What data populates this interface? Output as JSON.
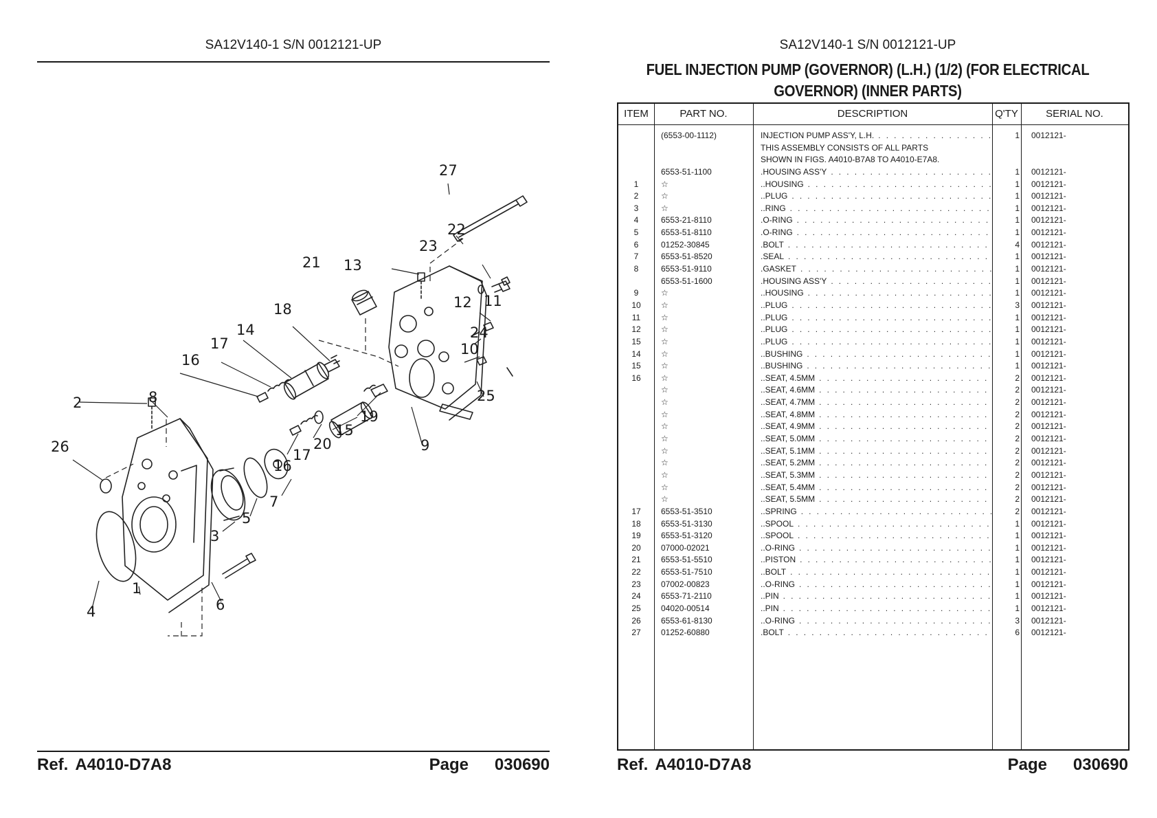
{
  "left": {
    "header": "SA12V140-1 S/N 0012121-UP",
    "callouts": [
      "27",
      "22",
      "23",
      "21",
      "13",
      "12",
      "11",
      "18",
      "24",
      "14",
      "17",
      "16",
      "10",
      "2",
      "8",
      "25",
      "26",
      "19",
      "15",
      "20",
      "9",
      "17",
      "16",
      "7",
      "5",
      "3",
      "1",
      "6",
      "4"
    ],
    "footer": {
      "ref_label": "Ref.",
      "ref_value": "A4010-D7A8",
      "page_label": "Page",
      "page_value": "030690"
    }
  },
  "right": {
    "header": "SA12V140-1 S/N 0012121-UP",
    "title_line1": "FUEL INJECTION PUMP (GOVERNOR) (L.H.) (1/2) (FOR ELECTRICAL",
    "title_line2": "GOVERNOR) (INNER PARTS)",
    "columns": {
      "item": "ITEM",
      "part": "PART NO.",
      "desc": "DESCRIPTION",
      "qty": "Q'TY",
      "serial": "SERIAL NO."
    },
    "rows": [
      {
        "item": "",
        "part": "(6553-00-1112)",
        "desc": "INJECTION PUMP ASS'Y, L.H.",
        "dots": true,
        "qty": "1",
        "serial": "0012121-"
      },
      {
        "item": "",
        "part": "",
        "desc": "THIS ASSEMBLY CONSISTS OF ALL PARTS",
        "dots": false,
        "qty": "",
        "serial": ""
      },
      {
        "item": "",
        "part": "",
        "desc": "SHOWN IN FIGS. A4010-B7A8 TO A4010-E7A8.",
        "dots": false,
        "qty": "",
        "serial": ""
      },
      {
        "item": "",
        "part": "6553-51-1100",
        "desc": ".HOUSING ASS'Y",
        "dots": true,
        "qty": "1",
        "serial": "0012121-"
      },
      {
        "item": "1",
        "part": "☆",
        "desc": "..HOUSING",
        "dots": true,
        "qty": "1",
        "serial": "0012121-"
      },
      {
        "item": "2",
        "part": "☆",
        "desc": "..PLUG",
        "dots": true,
        "qty": "1",
        "serial": "0012121-"
      },
      {
        "item": "3",
        "part": "☆",
        "desc": "..RING",
        "dots": true,
        "qty": "1",
        "serial": "0012121-"
      },
      {
        "item": "4",
        "part": "6553-21-8110",
        "desc": ".O-RING",
        "dots": true,
        "qty": "1",
        "serial": "0012121-"
      },
      {
        "item": "5",
        "part": "6553-51-8110",
        "desc": ".O-RING",
        "dots": true,
        "qty": "1",
        "serial": "0012121-"
      },
      {
        "item": "6",
        "part": "01252-30845",
        "desc": ".BOLT",
        "dots": true,
        "qty": "4",
        "serial": "0012121-"
      },
      {
        "item": "7",
        "part": "6553-51-8520",
        "desc": ".SEAL",
        "dots": true,
        "qty": "1",
        "serial": "0012121-"
      },
      {
        "item": "8",
        "part": "6553-51-9110",
        "desc": ".GASKET",
        "dots": true,
        "qty": "1",
        "serial": "0012121-"
      },
      {
        "item": "",
        "part": "6553-51-1600",
        "desc": ".HOUSING ASS'Y",
        "dots": true,
        "qty": "1",
        "serial": "0012121-"
      },
      {
        "item": "9",
        "part": "☆",
        "desc": "..HOUSING",
        "dots": true,
        "qty": "1",
        "serial": "0012121-"
      },
      {
        "item": "10",
        "part": "☆",
        "desc": "..PLUG",
        "dots": true,
        "qty": "3",
        "serial": "0012121-"
      },
      {
        "item": "11",
        "part": "☆",
        "desc": "..PLUG",
        "dots": true,
        "qty": "1",
        "serial": "0012121-"
      },
      {
        "item": "12",
        "part": "☆",
        "desc": "..PLUG",
        "dots": true,
        "qty": "1",
        "serial": "0012121-"
      },
      {
        "item": "15",
        "part": "☆",
        "desc": "..PLUG",
        "dots": true,
        "qty": "1",
        "serial": "0012121-"
      },
      {
        "item": "14",
        "part": "☆",
        "desc": "..BUSHING",
        "dots": true,
        "qty": "1",
        "serial": "0012121-"
      },
      {
        "item": "15",
        "part": "☆",
        "desc": "..BUSHING",
        "dots": true,
        "qty": "1",
        "serial": "0012121-"
      },
      {
        "item": "16",
        "part": "☆",
        "desc": "..SEAT, 4.5MM",
        "dots": true,
        "qty": "2",
        "serial": "0012121-"
      },
      {
        "item": "",
        "part": "☆",
        "desc": "..SEAT, 4.6MM",
        "dots": true,
        "qty": "2",
        "serial": "0012121-"
      },
      {
        "item": "",
        "part": "☆",
        "desc": "..SEAT, 4.7MM",
        "dots": true,
        "qty": "2",
        "serial": "0012121-"
      },
      {
        "item": "",
        "part": "☆",
        "desc": "..SEAT, 4.8MM",
        "dots": true,
        "qty": "2",
        "serial": "0012121-"
      },
      {
        "item": "",
        "part": "☆",
        "desc": "..SEAT, 4.9MM",
        "dots": true,
        "qty": "2",
        "serial": "0012121-"
      },
      {
        "item": "",
        "part": "☆",
        "desc": "..SEAT, 5.0MM",
        "dots": true,
        "qty": "2",
        "serial": "0012121-"
      },
      {
        "item": "",
        "part": "☆",
        "desc": "..SEAT, 5.1MM",
        "dots": true,
        "qty": "2",
        "serial": "0012121-"
      },
      {
        "item": "",
        "part": "☆",
        "desc": "..SEAT, 5.2MM",
        "dots": true,
        "qty": "2",
        "serial": "0012121-"
      },
      {
        "item": "",
        "part": "☆",
        "desc": "..SEAT, 5.3MM",
        "dots": true,
        "qty": "2",
        "serial": "0012121-"
      },
      {
        "item": "",
        "part": "☆",
        "desc": "..SEAT, 5.4MM",
        "dots": true,
        "qty": "2",
        "serial": "0012121-"
      },
      {
        "item": "",
        "part": "☆",
        "desc": "..SEAT, 5.5MM",
        "dots": true,
        "qty": "2",
        "serial": "0012121-"
      },
      {
        "item": "17",
        "part": "6553-51-3510",
        "desc": "..SPRING",
        "dots": true,
        "qty": "2",
        "serial": "0012121-"
      },
      {
        "item": "18",
        "part": "6553-51-3130",
        "desc": "..SPOOL",
        "dots": true,
        "qty": "1",
        "serial": "0012121-"
      },
      {
        "item": "19",
        "part": "6553-51-3120",
        "desc": "..SPOOL",
        "dots": true,
        "qty": "1",
        "serial": "0012121-"
      },
      {
        "item": "20",
        "part": "07000-02021",
        "desc": "..O-RING",
        "dots": true,
        "qty": "1",
        "serial": "0012121-"
      },
      {
        "item": "21",
        "part": "6553-51-5510",
        "desc": "..PISTON",
        "dots": true,
        "qty": "1",
        "serial": "0012121-"
      },
      {
        "item": "22",
        "part": "6553-51-7510",
        "desc": "..BOLT",
        "dots": true,
        "qty": "1",
        "serial": "0012121-"
      },
      {
        "item": "23",
        "part": "07002-00823",
        "desc": "..O-RING",
        "dots": true,
        "qty": "1",
        "serial": "0012121-"
      },
      {
        "item": "24",
        "part": "6553-71-2110",
        "desc": "..PIN",
        "dots": true,
        "qty": "1",
        "serial": "0012121-"
      },
      {
        "item": "25",
        "part": "04020-00514",
        "desc": "..PIN",
        "dots": true,
        "qty": "1",
        "serial": "0012121-"
      },
      {
        "item": "26",
        "part": "6553-61-8130",
        "desc": "..O-RING",
        "dots": true,
        "qty": "3",
        "serial": "0012121-"
      },
      {
        "item": "27",
        "part": "01252-60880",
        "desc": ".BOLT",
        "dots": true,
        "qty": "6",
        "serial": "0012121-"
      }
    ],
    "footer": {
      "ref_label": "Ref.",
      "ref_value": "A4010-D7A8",
      "page_label": "Page",
      "page_value": "030690"
    }
  }
}
